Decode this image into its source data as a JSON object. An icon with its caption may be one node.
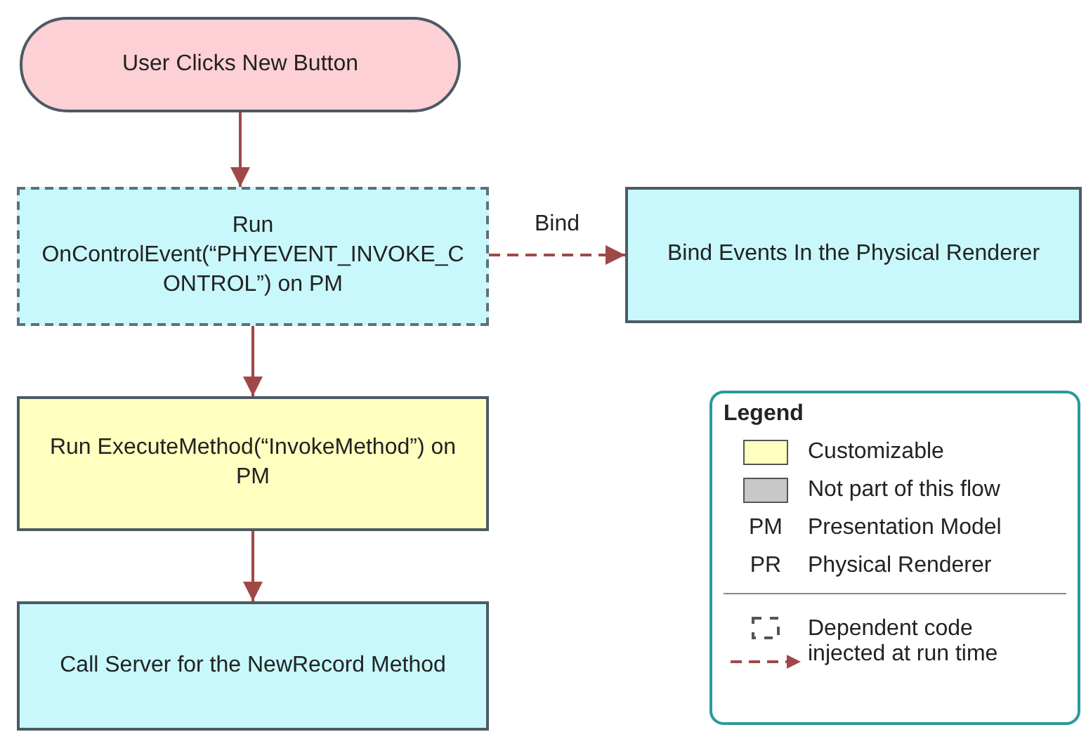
{
  "diagram": {
    "nodes": [
      {
        "text": [
          "User Clicks New Button"
        ]
      },
      {
        "text": [
          "Run OnControlEvent(“PHYEVENT_INVOKE_CONTROL”) on PM"
        ]
      },
      {
        "text": [
          "Bind Events In the Physical Renderer"
        ]
      },
      {
        "text": [
          "Run ExecuteMethod(“InvokeMethod”) on PM"
        ]
      },
      {
        "text": [
          "Call Server for the NewRecord Method"
        ]
      }
    ],
    "edges": [
      {
        "from": 0,
        "to": 1,
        "arrow": "to"
      },
      {
        "from": 1,
        "to": 2,
        "arrow": "to",
        "label": "Bind",
        "style": "dashed"
      },
      {
        "from": 1,
        "to": 3,
        "arrow": "to"
      },
      {
        "from": 3,
        "to": 4,
        "arrow": "to"
      }
    ],
    "labels": [
      "Legend",
      "PM",
      "Presentation Model",
      "PR",
      "Physical Renderer"
    ],
    "legend": [
      {
        "text": "Customizable",
        "color": "#ffffc0"
      },
      {
        "text": "Not part of this flow",
        "color": "#c8c8c8"
      },
      {
        "text": "Dependent code injected at run time"
      }
    ]
  }
}
